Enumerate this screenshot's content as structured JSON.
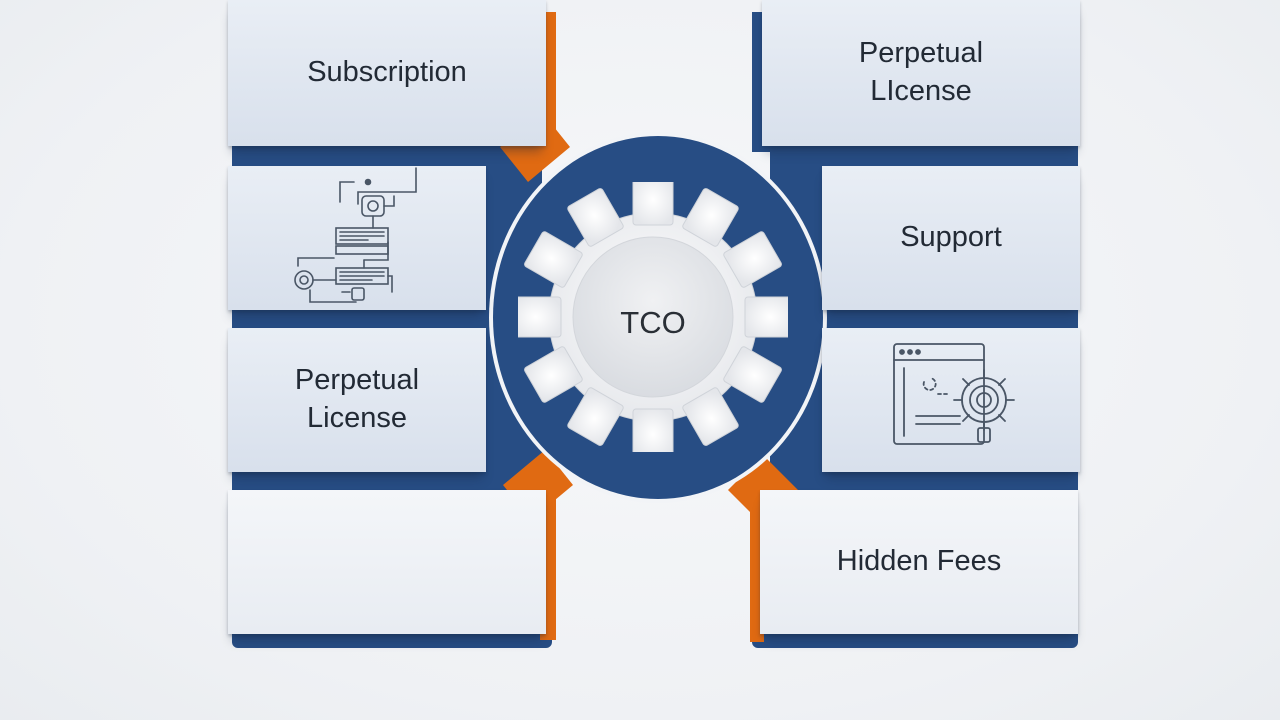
{
  "hub": {
    "label": "TCO",
    "icon": "gear-icon"
  },
  "cards": {
    "top_left": {
      "label": "Subscription"
    },
    "mid_left": {
      "icon": "workflow-diagram-icon"
    },
    "lower_left": {
      "label": "Perpetual\nLicense"
    },
    "bottom_left": {
      "label": ""
    },
    "top_right": {
      "label": "Perpetual\nLIcense"
    },
    "mid_right": {
      "label": "Support"
    },
    "lower_right": {
      "icon": "software-settings-window-icon"
    },
    "bottom_right": {
      "label": "Hidden Fees"
    }
  },
  "colors": {
    "navy": "#274d84",
    "orange": "#e06a12",
    "card": "#dfe6f0",
    "background": "#f0f2f5"
  }
}
